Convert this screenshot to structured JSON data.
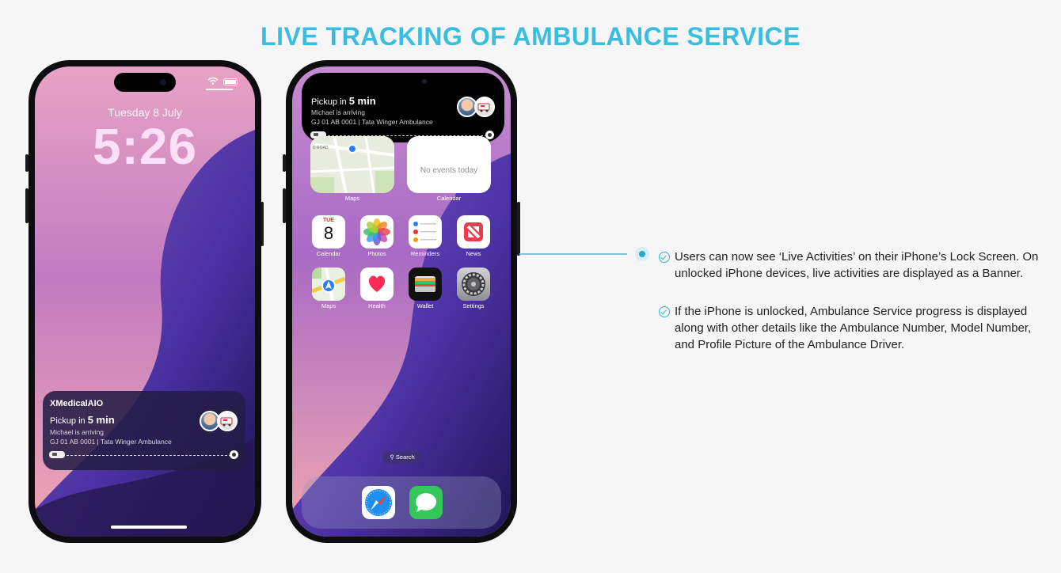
{
  "title": "LIVE TRACKING OF AMBULANCE SERVICE",
  "colors": {
    "accent": "#3bbde0",
    "card": "#231c46"
  },
  "lock_screen": {
    "date": "Tuesday 8 July",
    "time": "5:26",
    "live_activity": {
      "app_name": "XMedicalAIO",
      "pickup_prefix": "Pickup in",
      "pickup_time": "5 min",
      "status": "Michael is arriving",
      "vehicle": "GJ 01 AB 0001 | Tata Winger Ambulance"
    }
  },
  "home_screen": {
    "dynamic_island": {
      "pickup_prefix": "Pickup in",
      "pickup_time": "5 min",
      "status": "Michael is arriving",
      "vehicle": "GJ 01 AB 0001 | Tata Winger Ambulance"
    },
    "widgets": {
      "maps_label": "Maps",
      "calendar_label": "Calendar",
      "calendar_text": "No events today",
      "map_road_label": "D ROAD"
    },
    "apps": [
      {
        "label": "Calendar",
        "icon": "calendar-icon",
        "day": "TUE",
        "date": "8"
      },
      {
        "label": "Photos",
        "icon": "photos-icon"
      },
      {
        "label": "Reminders",
        "icon": "reminders-icon"
      },
      {
        "label": "News",
        "icon": "news-icon"
      },
      {
        "label": "Maps",
        "icon": "maps-icon"
      },
      {
        "label": "Health",
        "icon": "health-icon"
      },
      {
        "label": "Wallet",
        "icon": "wallet-icon"
      },
      {
        "label": "Settings",
        "icon": "settings-icon"
      }
    ],
    "search_label": "Search",
    "dock": [
      {
        "icon": "safari-icon"
      },
      {
        "icon": "messages-icon"
      }
    ]
  },
  "callout": {
    "bullets": [
      "Users can now see ‘Live Activities’ on their iPhone’s Lock Screen. On unlocked iPhone devices, live activities are displayed as a Banner.",
      "If the iPhone is unlocked, Ambulance Service progress is displayed along with other details like the Ambulance Number, Model Number, and Profile Picture of the Ambulance Driver."
    ]
  }
}
